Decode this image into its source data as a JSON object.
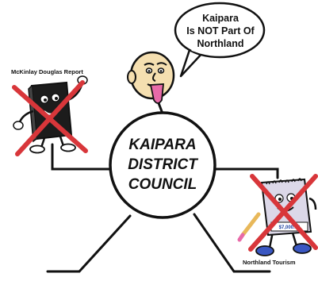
{
  "speech_bubble": {
    "line1": "Kaipara",
    "line2": "Is NOT Part Of",
    "line3": "Northland"
  },
  "center": {
    "line1": "KAIPARA",
    "line2": "DISTRICT",
    "line3": "COUNCIL"
  },
  "left_character": {
    "caption": "McKinlay Douglas Report"
  },
  "right_character": {
    "caption": "Northland Tourism",
    "price_tag": "$7,000.00"
  },
  "colors": {
    "cross": "#d8363a",
    "ink": "#111111",
    "face": "#f5dfb0",
    "tongue": "#e86aa8",
    "book": "#1c1c1c",
    "right_body": "#dcd8e8",
    "shoe": "#3a57c2",
    "tag": "#1a3fa0"
  }
}
